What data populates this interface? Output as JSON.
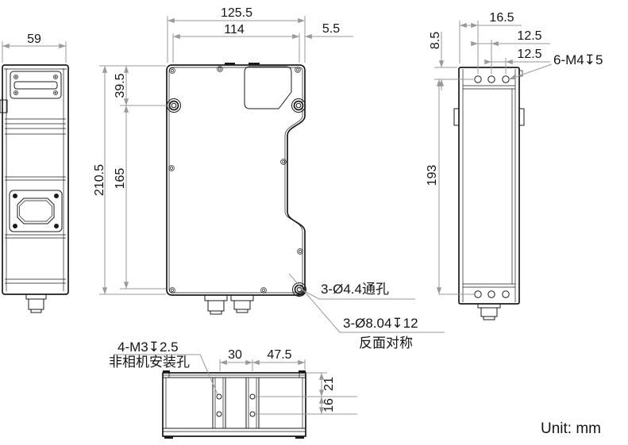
{
  "drawing": {
    "unit_label": "Unit: mm",
    "left_view": {
      "width": "59"
    },
    "front_view": {
      "overall_width": "125.5",
      "inner_width": "114",
      "edge_offset": "5.5",
      "overall_height": "210.5",
      "top_to_hole": "39.5",
      "hole_span": "165",
      "through_hole_note": "3-Ø4.4通孔",
      "counterbore_note": "3-Ø8.04↧12",
      "mirror_note": "反面对称"
    },
    "right_view": {
      "edge_to_hole": "16.5",
      "hole_pitch_a": "12.5",
      "hole_pitch_b": "12.5",
      "top_to_hole": "8.5",
      "hole_row_span": "193",
      "tapped_hole_note": "6-M4↧5"
    },
    "bottom_view": {
      "slot_pitch": "30",
      "slot_to_edge": "47.5",
      "edge_to_hole": "21",
      "hole_pitch": "16",
      "tapped_hole_note": "4-M3↧2.5",
      "non_camera_note": "非相机安装孔"
    }
  }
}
